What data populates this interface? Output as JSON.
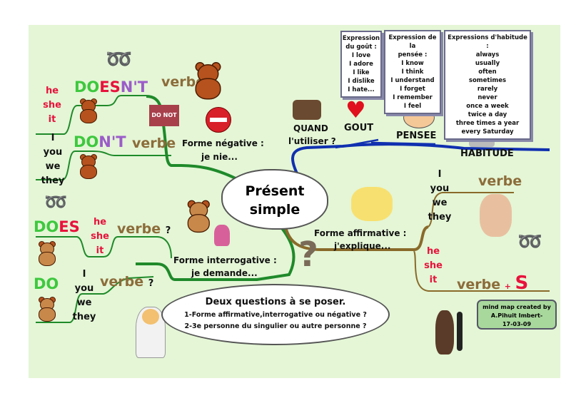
{
  "center": {
    "line1": "Présent",
    "line2": "simple"
  },
  "negative": {
    "branch_label_1": "Forme négative :",
    "branch_label_2": "je nie...",
    "third_person": {
      "pronouns": [
        "he",
        "she",
        "it"
      ],
      "aux_parts": [
        "DO",
        "ES",
        "N'T"
      ],
      "verb": "verbe"
    },
    "others": {
      "pronouns": [
        "I",
        "you",
        "we",
        "they"
      ],
      "aux_parts": [
        "DO",
        "N'T"
      ],
      "verb": "verbe"
    }
  },
  "interrogative": {
    "branch_label_1": "Forme interrogative :",
    "branch_label_2": "je demande...",
    "third_person": {
      "aux_parts": [
        "DO",
        "ES"
      ],
      "pronouns": [
        "he",
        "she",
        "it"
      ],
      "verb": "verbe",
      "mark": "?"
    },
    "others": {
      "aux": "DO",
      "pronouns": [
        "I",
        "you",
        "we",
        "they"
      ],
      "verb": "verbe",
      "mark": "?"
    }
  },
  "affirmative": {
    "branch_label_1": "Forme affirmative :",
    "branch_label_2": "j'explique...",
    "others": {
      "pronouns": [
        "I",
        "you",
        "we",
        "they"
      ],
      "verb": "verbe"
    },
    "third_person": {
      "pronouns": [
        "he",
        "she",
        "it"
      ],
      "verb": "verbe",
      "plus": "+",
      "suffix": "S"
    }
  },
  "usage": {
    "branch_label_1": "QUAND",
    "branch_label_2": "l'utiliser ?",
    "gout": {
      "label": "GOUT",
      "box_title": [
        "Expression",
        "du goût :"
      ],
      "items": [
        "I love",
        "I adore",
        "I like",
        "I dislike",
        "I hate..."
      ]
    },
    "pensee": {
      "label": "PENSEE",
      "box_title": [
        "Expression de la",
        "pensée :"
      ],
      "items": [
        "I know",
        "I think",
        "I understand",
        "I forget",
        "I remember",
        "I feel"
      ]
    },
    "habitude": {
      "label": "HABITUDE",
      "box_title": [
        "Expressions d'habitude :"
      ],
      "items": [
        "always",
        "usually",
        "often",
        "sometimes",
        "rarely",
        "never",
        "once a week",
        "twice a day",
        "three times a year",
        "every Saturday"
      ]
    }
  },
  "bubble": {
    "title": "Deux questions à se poser.",
    "q1": "1-Forme affirmative,interrogative ou négative ?",
    "q2": "2-3e personne du singulier ou autre personne ?"
  },
  "credit": {
    "line1": "mind map created by",
    "line2": "A.Pihuit Imbert-",
    "line3": "17-03-09"
  },
  "stop_sign_text": "DO NOT",
  "colors": {
    "background": "#e4f6d6",
    "negative_branch": "#1f8a2a",
    "usage_branch": "#1030b0",
    "affirmative_branch": "#8a6a2a",
    "third_person": "#e8123c",
    "aux_green": "#3ec83e",
    "aux_purple": "#9b5cc9",
    "verb_brown": "#8c6c3a"
  }
}
